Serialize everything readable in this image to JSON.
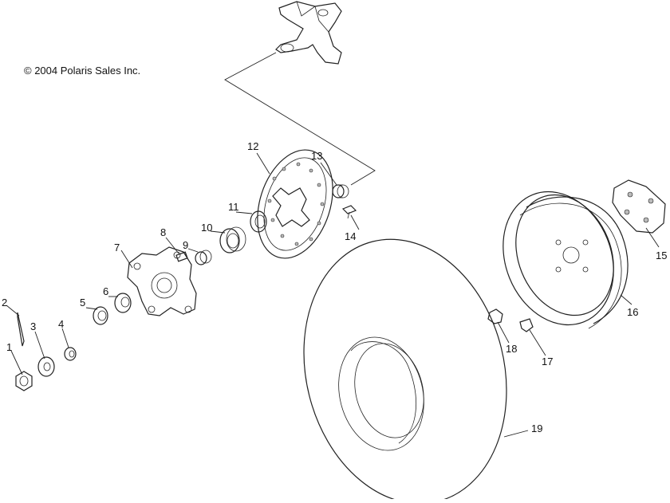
{
  "copyright": "© 2004 Polaris Sales Inc.",
  "callouts": [
    {
      "id": "1",
      "label": "1"
    },
    {
      "id": "2",
      "label": "2"
    },
    {
      "id": "3",
      "label": "3"
    },
    {
      "id": "4",
      "label": "4"
    },
    {
      "id": "5",
      "label": "5"
    },
    {
      "id": "6",
      "label": "6"
    },
    {
      "id": "7",
      "label": "7"
    },
    {
      "id": "8",
      "label": "8"
    },
    {
      "id": "9",
      "label": "9"
    },
    {
      "id": "10",
      "label": "10"
    },
    {
      "id": "11",
      "label": "11"
    },
    {
      "id": "12",
      "label": "12"
    },
    {
      "id": "13",
      "label": "13"
    },
    {
      "id": "14",
      "label": "14"
    },
    {
      "id": "15",
      "label": "15"
    },
    {
      "id": "16",
      "label": "16"
    },
    {
      "id": "17",
      "label": "17"
    },
    {
      "id": "18",
      "label": "18"
    },
    {
      "id": "19",
      "label": "19"
    }
  ]
}
